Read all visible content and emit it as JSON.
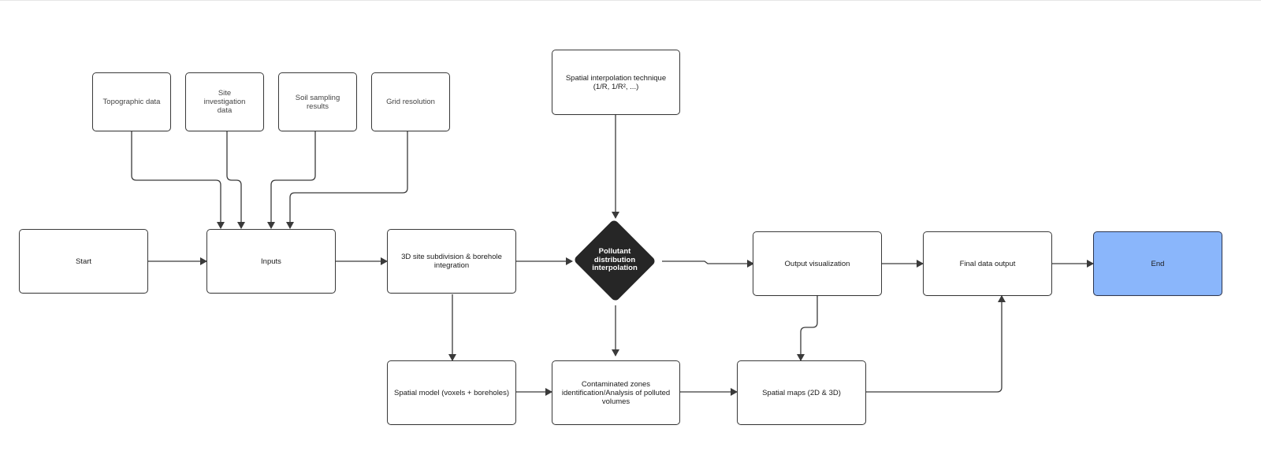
{
  "nodes": {
    "topographic": "Topographic data",
    "site_investigation": "Site investigation data",
    "soil_sampling": "Soil sampling results",
    "grid_resolution": "Grid resolution",
    "interpolation_technique": "Spatial interpolation technique (1/R, 1/R², ...)",
    "start": "Start",
    "inputs": "Inputs",
    "subdivision": "3D site subdivision & borehole integration",
    "interpolation": "Pollutant distribution interpolation",
    "output_visualization": "Output visualization",
    "final_output": "Final data output",
    "end": "End",
    "spatial_model": "Spatial model (voxels + boreholes)",
    "contaminated_zones": "Contaminated zones identification/Analysis of polluted volumes",
    "spatial_maps": "Spatial maps (2D & 3D)"
  },
  "colors": {
    "end_fill": "#8ab6fb",
    "decision_fill": "#262626",
    "line": "#3a3a3a"
  }
}
